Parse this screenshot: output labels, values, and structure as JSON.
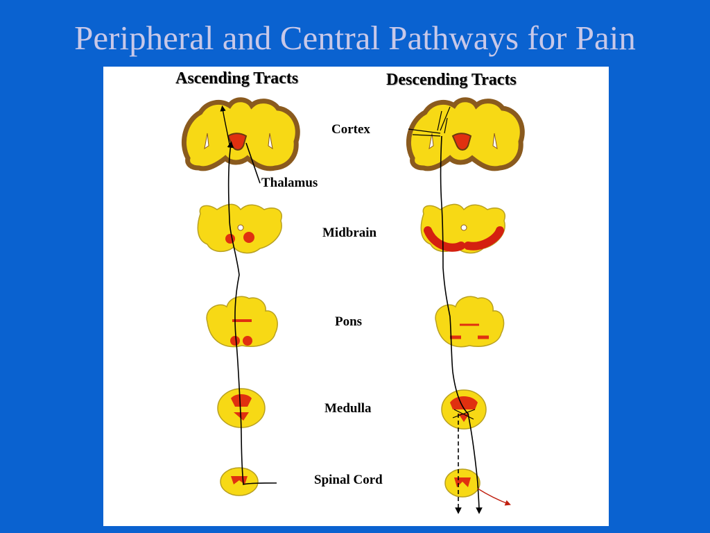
{
  "slide": {
    "title": "Peripheral and Central Pathways for Pain"
  },
  "diagram": {
    "ascending_header": "Ascending Tracts",
    "descending_header": "Descending Tracts",
    "levels": {
      "cortex": "Cortex",
      "thalamus": "Thalamus",
      "midbrain": "Midbrain",
      "pons": "Pons",
      "medulla": "Medulla",
      "spinal_cord": "Spinal Cord"
    }
  },
  "colors": {
    "background": "#0a62d0",
    "tissue": "#f7d915",
    "outline": "#8a5a1e",
    "nucleus": "#e03010",
    "panel": "#ffffff"
  }
}
